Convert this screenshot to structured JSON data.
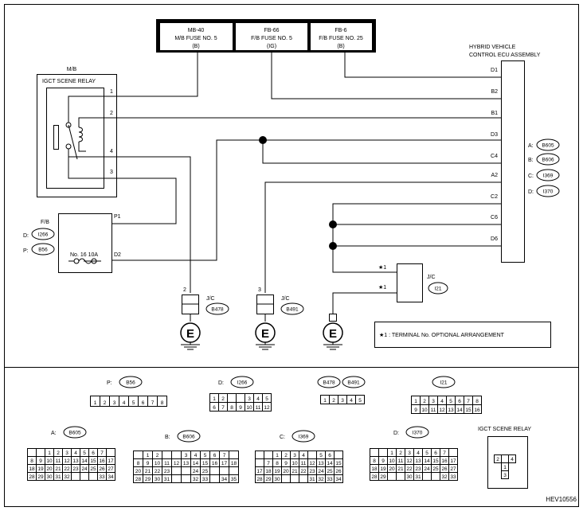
{
  "fuses": [
    {
      "l1": "MB-40",
      "l2": "M/B FUSE NO. 5",
      "l3": "(B)"
    },
    {
      "l1": "FB-66",
      "l2": "F/B FUSE NO. 5",
      "l3": "(IG)"
    },
    {
      "l1": "FB-6",
      "l2": "F/B FUSE NO. 25",
      "l3": "(B)"
    }
  ],
  "ecu": {
    "title1": "HYBRID VEHICLE",
    "title2": "CONTROL ECU ASSEMBLY",
    "pins": [
      "D1",
      "B2",
      "B1",
      "D3",
      "C4",
      "A2",
      "C2",
      "C6",
      "D6"
    ],
    "connectors": [
      {
        "letter": "A:",
        "code": "B605"
      },
      {
        "letter": "B:",
        "code": "B606"
      },
      {
        "letter": "C:",
        "code": "I369"
      },
      {
        "letter": "D:",
        "code": "I370"
      }
    ]
  },
  "mb": {
    "label": "M/B",
    "relay": "IGCT SCENE RELAY",
    "pins": [
      "1",
      "2",
      "4",
      "3"
    ]
  },
  "fb": {
    "label": "F/B",
    "d": {
      "letter": "D:",
      "code": "I266"
    },
    "p": {
      "letter": "P:",
      "code": "B56"
    },
    "pin_p1": "P1",
    "pin_d2": "D2",
    "fuse": "No. 16 10A"
  },
  "grounds": [
    {
      "pin": "2",
      "jc": "J/C",
      "code": "B478",
      "mark": "E"
    },
    {
      "pin": "3",
      "jc": "J/C",
      "code": "B491",
      "mark": "E"
    },
    {
      "mark": "E"
    }
  ],
  "jc_i21": {
    "jc": "J/C",
    "code": "I21",
    "star1": "★1",
    "star2": "★1"
  },
  "note": "★1  : TERMINAL No. OPTIONAL ARRANGEMENT",
  "bottom": {
    "p_label": "P:",
    "p_code": "B56",
    "d_label": "D:",
    "d_code": "I266",
    "g1": "B478",
    "g2": "B491",
    "i21": "I21",
    "a_label": "A:",
    "a_code": "B605",
    "b_label": "B:",
    "b_code": "B606",
    "c_label": "C:",
    "c_code": "I369",
    "d2_label": "D:",
    "d2_code": "I370",
    "relay": "IGCT SCENE RELAY"
  },
  "code": "HEV10556"
}
